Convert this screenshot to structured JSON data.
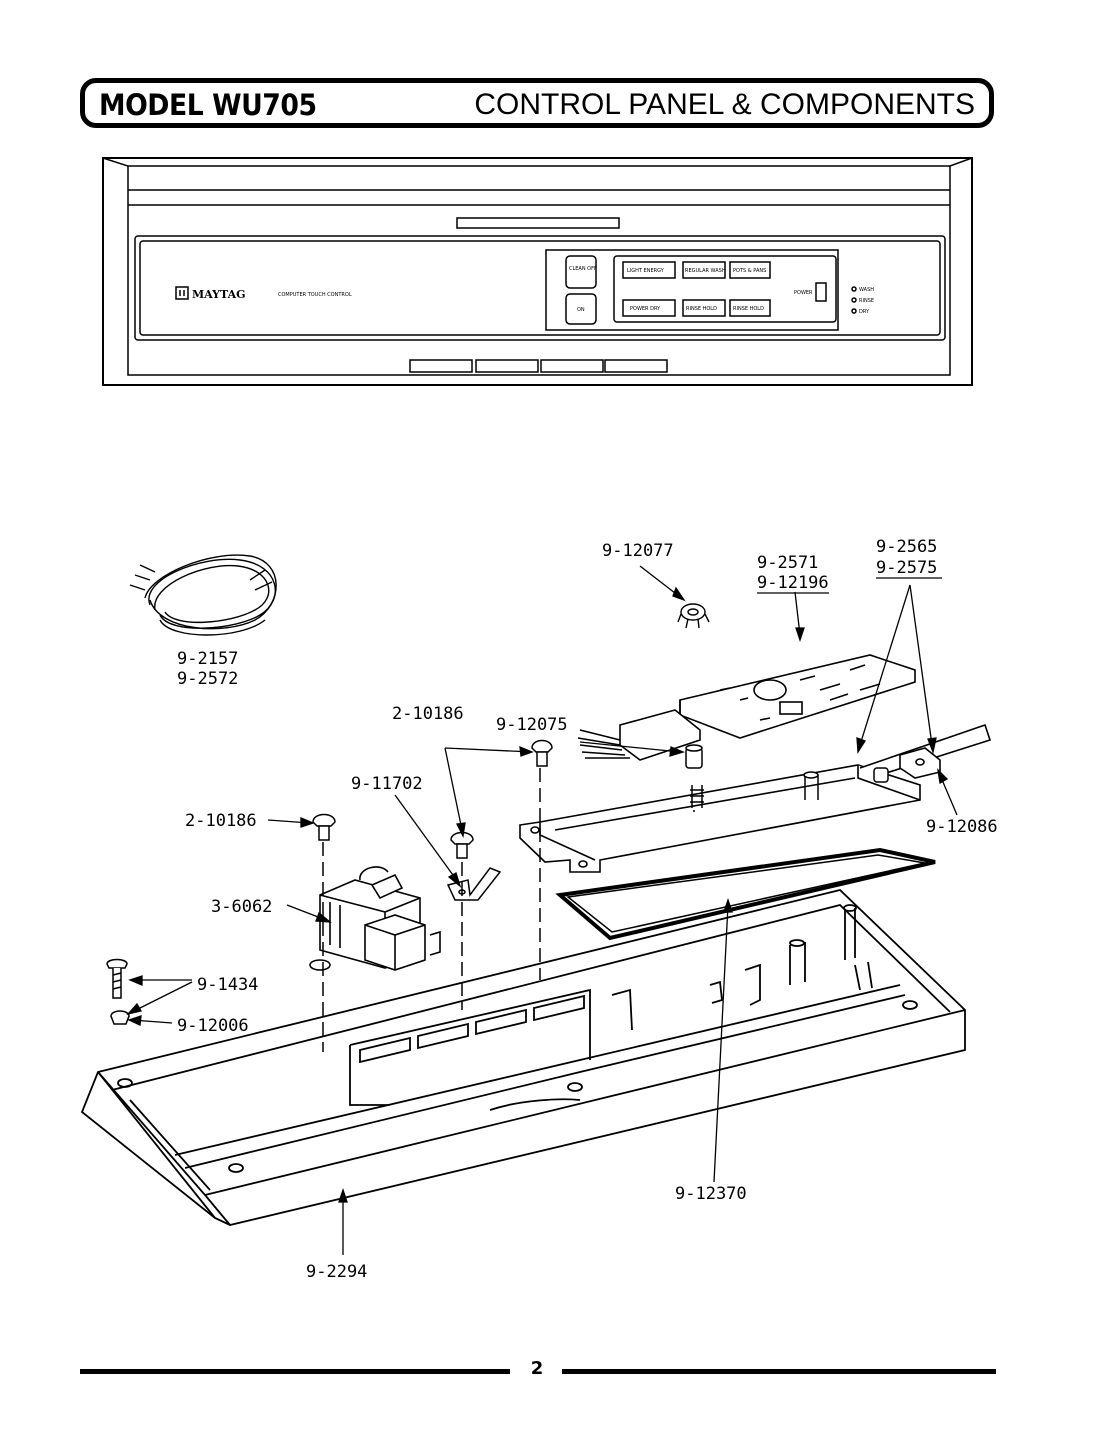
{
  "header": {
    "model": "MODEL WU705",
    "title": "CONTROL PANEL & COMPONENTS"
  },
  "control_panel": {
    "brand": "MAYTAG",
    "brand_subtitle": "COMPUTER TOUCH CONTROL",
    "buttons_left": [
      "CLEAN OFF",
      "ON"
    ],
    "buttons_top": [
      "LIGHT ENERGY",
      "REGULAR WASH",
      "POTS & PANS"
    ],
    "buttons_bottom": [
      "POWER DRY",
      "RINSE HOLD",
      "RINSE HOLD"
    ],
    "power_label": "POWER",
    "indicators": [
      "WASH",
      "RINSE",
      "DRY"
    ]
  },
  "parts": {
    "harness": [
      "9-2157",
      "9-2572"
    ],
    "grommet": "9-12077",
    "board": [
      "9-2571",
      "9-12196"
    ],
    "bracket": [
      "9-2565",
      "9-2575"
    ],
    "screws_top": "2-10186",
    "standoff": "9-12075",
    "clip": "9-11702",
    "screw_left": "2-10186",
    "transformer": "3-6062",
    "screw_small": "9-1434",
    "plug": "9-12006",
    "clip_right": "9-12086",
    "gasket": "9-12370",
    "housing": "9-2294"
  },
  "footer": {
    "page": "2"
  }
}
